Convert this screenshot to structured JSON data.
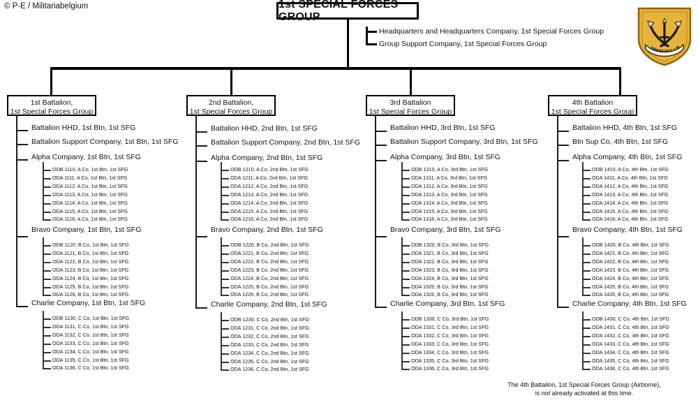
{
  "credit": "© P-E / Militariabelgium",
  "root": {
    "title": "1st SPECIAL FORCES GROUP"
  },
  "hq_elements": [
    "Headquarters and Headquarters Company,  1st Special Forces Group",
    "Group Support Company,  1st Special Forces Group"
  ],
  "footnote": {
    "line1": "The 4th Battalion, 1st Special Forces Group (Airborne),",
    "line2": "is not already activated at this time."
  },
  "insignia": {
    "name": "1st-special-forces-group-insignia",
    "motto": "DE OPPRESSO LIBER",
    "colors": {
      "field": "#E8B33C",
      "field_dark": "#D79F28",
      "border": "#8A6410",
      "device": "#1A1A1A",
      "scroll": "#FFFFFF"
    }
  },
  "battalions": [
    {
      "title_line1": "1st Battalion,",
      "title_line2": "1st Special Forces Group",
      "staff": [
        "Battalion HHD,  1st Btn, 1st SFG",
        "Battalion  Support Company, 1st Btn,  1st SFG"
      ],
      "companies": [
        {
          "label": "Alpha Company, 1st Btn,  1st SFG",
          "teams": [
            "ODB 1110, A Co, 1st Btn,  1st SFG",
            "ODA 1111, A Co, 1st Btn,  1st SFG",
            "ODA 1112, A Co, 1st Btn,  1st SFG",
            "ODA 1113, A Co, 1st Btn,  1st SFG",
            "ODA 1114, A Co, 1st Btn,  1st SFG",
            "ODA 1115, A Co, 1st Btn,  1st SFG",
            "ODA 1116, A Co, 1st Btn,  1st SFG"
          ]
        },
        {
          "label": "Bravo Company, 1st Btn, 1st SFG",
          "teams": [
            "ODB 1120, B Co, 1st Btn,  1st SFG",
            "ODA 1121, B Co, 1st Btn,  1st SFG",
            "ODA 1122, B Co, 1st Btn,  1st SFG",
            "ODA 1123, B Co, 1st Btn,  1st SFG",
            "ODA 1124, B Co, 1st Btn,  1st SFG",
            "ODA 1125, B Co, 1st Btn,  1st SFG",
            "ODA 1126, B Co, 1st Btn,  1st SFG"
          ]
        },
        {
          "label": "Charlie Company, 1st Btn,  1st SFG",
          "teams": [
            "ODB 1130, C Co, 1st Btn,  1st SFG",
            "ODA 1131, C Co, 1st Btn,  1st SFG",
            "ODA 1132, C Co, 1st Btn,  1st SFG",
            "ODA 1133, C Co, 1st Btn,  1st SFG",
            "ODA 1134, C Co, 1st Btn,  1st SFG",
            "ODA 1135, C Co, 1st Btn,  1st SFG",
            "ODA 1136, C Co, 1st Btn,  1st SFG"
          ]
        }
      ]
    },
    {
      "title_line1": "2nd Battalion,",
      "title_line2": "1st Special Forces Group",
      "staff": [
        "Battalion HHD,  2nd Btn, 1st SFG",
        "Battalion  Support Company, 2nd Btn,  1st SFG"
      ],
      "companies": [
        {
          "label": "Alpha Company, 2nd Btn,  1st SFG",
          "teams": [
            "ODB 1210, A Co, 2nd Btn,  1st  SFG",
            "ODA 1211, A Co, 2nd Btn,  1st  SFG",
            "ODA 1212, A Co, 2nd Btn,  1st SFG",
            "ODA 1213, A Co, 2nd Btn,  1st SFG",
            "ODA 1214, A Co, 2nd Btn,  1st SFG",
            "ODA 1215, A Co, 2nd Btn,  1st SFG",
            "ODA 1216, A Co, 2nd Btn,  1st SFG"
          ]
        },
        {
          "label": "Bravo Company, 2nd Btn,  1st SFG",
          "teams": [
            "ODB 1220, B Co, 2nd Btn,  1st  SFG",
            "ODA 1221, B Co, 2nd Btn,  1st SFG",
            "ODA 1222, B Co, 2nd Btn,  1st SFG",
            "ODA 1223, B Co, 2nd Btn,  1st SFG",
            "ODA 1224, B Co, 2nd Btn,  1st SFG",
            "ODA 1225, B Co, 2nd Btn,  1st SFG",
            "ODA 1226, B Co, 2nd Btn,  1st SFG"
          ]
        },
        {
          "label": "Charlie Company, 2nd Btn, 1st SFG",
          "teams": [
            "ODB 1230, C Co, 2nd Btn,  1st SFG",
            "ODA 1231, C Co, 2nd Btn,  1st SFG",
            "ODA 1232, C Co, 2nd Btn,  1st SFG",
            "ODA 1233, C Co, 2nd Btn,  1st SFG",
            "ODA 1234, C Co, 2nd Btn,  1st SFG",
            "ODA 1235, C Co, 2nd Btn,  1st SFG",
            "ODA 1236, C Co, 2nd Btn,  1st SFG"
          ]
        }
      ]
    },
    {
      "title_line1": "3rd Battalion",
      "title_line2": "1st Special Forces Group",
      "staff": [
        "Battalion HHD,  3rd Btn, 1st SFG",
        "Battalion  Support Company, 3rd Btn,  1st SFG"
      ],
      "companies": [
        {
          "label": "Alpha Company, 3rd Btn,  1st SFG",
          "teams": [
            "ODB 1310, A Co, 3rd Btn,  1st SFG",
            "ODA 1311, A Co, 3rd Btn,  1st SFG",
            "ODA 1312, A Co, 3rd Btn,  1st SFG",
            "ODA 1313, A Co, 3rd Btn,  1st SFG",
            "ODA 1314, A Co, 3rd Btn,  1st SFG",
            "ODA 1315, A Co, 3rd Btn,  1st SFG",
            "ODA 1316, A Co, 3rd Btn,  1st SFG"
          ]
        },
        {
          "label": "Bravo Company, 3rd Btn, 1st SFG",
          "teams": [
            "ODB 1320, B Co, 3rd Btn,  1st SFG",
            "ODA 1321, B Co, 3rd Btn,  1st SFG",
            "ODA 1322, B Co, 3rd Btn,  1st SFG",
            "ODA 1323, B Co, 3rd Btn,  1st SFG",
            "ODA 1324, B Co, 3rd Btn,  1st SFG",
            "ODA 1325, B Co, 3rd Btn,  1st SFG",
            "ODA 1326, B Co, 3rd Btn,  1st SFG"
          ]
        },
        {
          "label": "Charlie Company, 3rd Btn,  1st SFG",
          "teams": [
            "ODB 1330, C Co, 3rd Btn,  1st SFG",
            "ODA 1331, C Co, 3rd Btn,  1st SFG",
            "ODA 1332, C Co, 3rd Btn,  1st SFG",
            "ODA 1333, C Co, 3rd Btn,  1st SFG",
            "ODA 1334, C Co, 3rd Btn,  1st SFG",
            "ODA 1335, C Co, 3rd Btn,  1st SFG",
            "ODA 1336, C Co, 3rd Btn,  1st SFG"
          ]
        }
      ]
    },
    {
      "title_line1": "4th Battalion",
      "title_line2": "1st Special Forces Group",
      "staff": [
        "Battalion HHD,  4th Btn, 1st SFG",
        "Btn  Sup Co, 4th Btn,  1st SFG"
      ],
      "companies": [
        {
          "label": "Alpha Company, 4th Btn,  1st SFG",
          "teams": [
            "ODB 1410, A Co, 4th Btn,  1st SFG",
            "ODA 1411, A Co, 4th Btn,  1st SFG",
            "ODA 1412, A Co, 4th Btn,  1st SFG",
            "ODA 1413, A Co, 4th Btn,  1st SFG",
            "ODA 1414, A Co, 4th Btn,  1st SFG",
            "ODA 1415, A Co, 4th Btn,  1st SFG",
            "ODA 1416, A Co, 4th Btn,  1st SFG"
          ]
        },
        {
          "label": "Bravo Company, 4th Btn,  1st SFG",
          "teams": [
            "ODB 1420, B Co, 4th Btn,  1st SFG",
            "ODA 1421, B Co, 4th Btn,  1st SFG",
            "ODA 1422, B Co, 4th Btn,  1st SFG",
            "ODA 1423, B Co, 4th Btn,  1st SFG",
            "ODA 1424, B Co, 4th Btn,  1st SFG",
            "ODA 1425, B Co, 4th Btn,  1st SFG",
            "ODA 1426, B Co, 4th Btn,  1st SFG"
          ]
        },
        {
          "label": "Charlie Company, 4th Btn,  1st SFG",
          "teams": [
            "ODB 1430, C Co, 4th Btn,  1st SFG",
            "ODA 1431, C Co, 4th Btn,  1st SFG",
            "ODA 1432, C Co, 4th Btn,  1st SFG",
            "ODA 1433, C Co, 4th Btn,  1st SFG",
            "ODA 1434, C Co, 4th Btn,  1st SFG",
            "ODA 1435, C Co, 4th Btn,  1st SFG",
            "ODA 1436, C Co, 4th Btn,  1st SFG"
          ]
        }
      ]
    }
  ]
}
